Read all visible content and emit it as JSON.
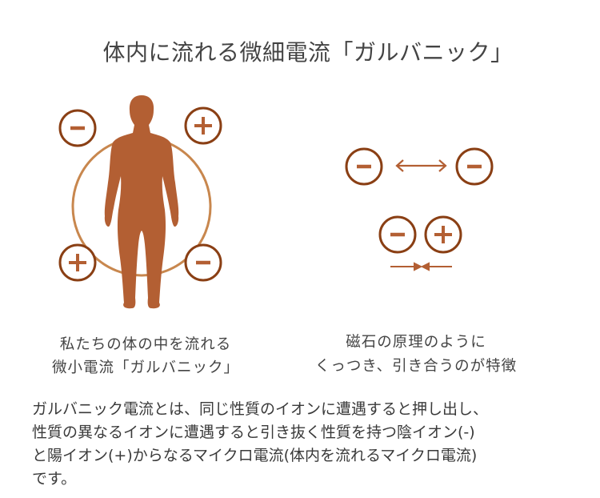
{
  "title": "体内に流れる微細電流「ガルバニック」",
  "left_figure": {
    "symbols": [
      "-",
      "+",
      "+",
      "-"
    ],
    "caption_lines": [
      "私たちの体の中を流れる",
      "微小電流「ガルバニック」"
    ]
  },
  "right_figure": {
    "repel": [
      "-",
      "-"
    ],
    "attract": [
      "-",
      "+"
    ],
    "caption_lines": [
      "磁石の原理のように",
      "くっつき、引き合うのが特徴"
    ]
  },
  "paragraph_lines": [
    "ガルバニック電流とは、同じ性質のイオンに遭遇すると押し出し、",
    "性質の異なるイオンに遭遇すると引き抜く性質を持つ陰イオン(-)",
    "と陽イオン(+)からなるマイクロ電流(体内を流れるマイクロ電流)",
    "です。"
  ],
  "colors": {
    "outline": "#8a3f14",
    "fill": "#b35f33",
    "ring": "#c8874e"
  }
}
